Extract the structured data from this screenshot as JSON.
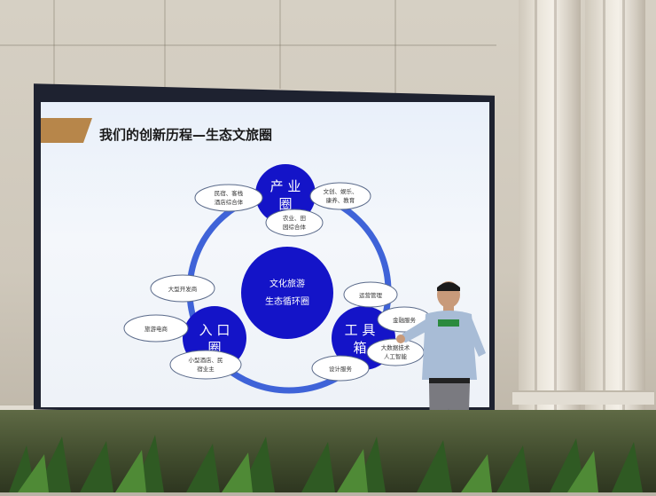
{
  "slide": {
    "title": "我们的创新历程—生态文旅圈",
    "center": {
      "line1": "文化旅游",
      "line2": "生态循环圈"
    },
    "nodes": {
      "industry": {
        "line1": "产 业",
        "line2": "圈"
      },
      "entrance": {
        "line1": "入 口",
        "line2": "圈"
      },
      "tools": {
        "line1": "工 具",
        "line2": "箱"
      }
    },
    "clouds": {
      "c1": {
        "line1": "民宿、客栈",
        "line2": "酒店综合体"
      },
      "c2": {
        "line1": "文创、娱乐、",
        "line2": "康养、教育"
      },
      "c3": {
        "line1": "农业、田",
        "line2": "园综合体"
      },
      "c4": {
        "line1": "大型开发商"
      },
      "c5": {
        "line1": "旅游电商"
      },
      "c6": {
        "line1": "小型酒店、民",
        "line2": "宿业主"
      },
      "c7": {
        "line1": "运营管理"
      },
      "c8": {
        "line1": "金融服务"
      },
      "c9": {
        "line1": "大数据技术",
        "line2": "人工智能"
      },
      "c10": {
        "line1": "设计服务"
      }
    }
  },
  "colors": {
    "circle_blue": "#1414c8",
    "ring_blue": "#3f63d8",
    "cloud_fill": "#ffffff",
    "title_accent": "#b7864a"
  }
}
